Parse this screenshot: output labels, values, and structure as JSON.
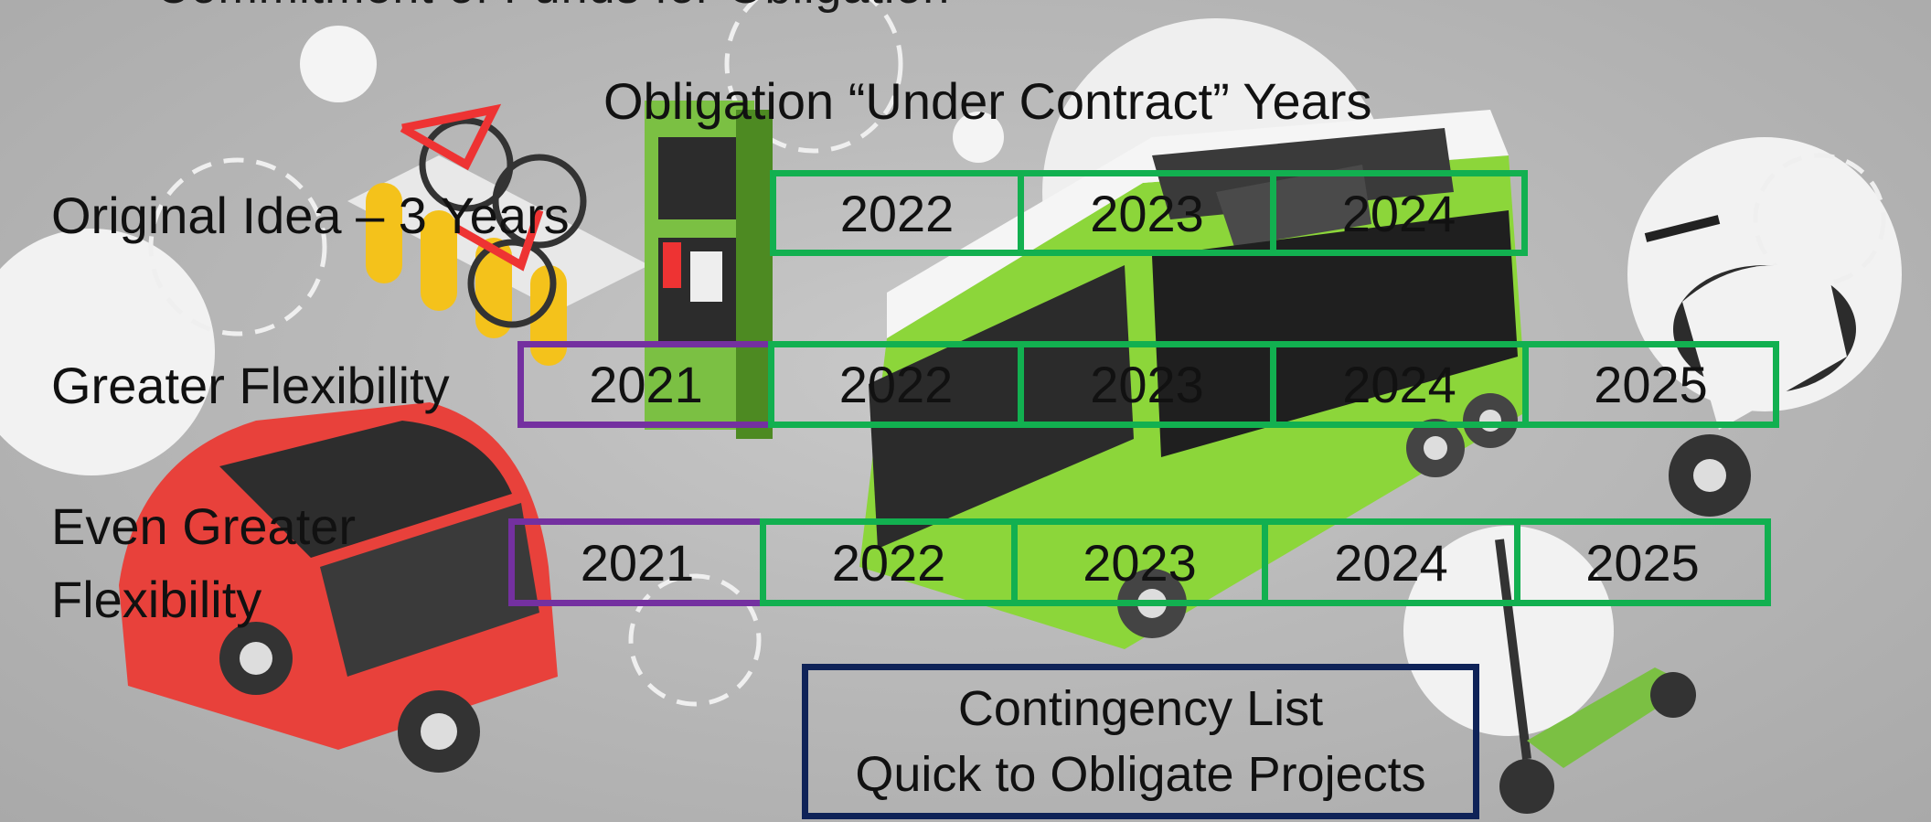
{
  "slide": {
    "cut_title": "Commitment of Funds for Obligation",
    "heading": "Obligation “Under Contract” Years"
  },
  "rows": [
    {
      "label": "Original Idea – 3 Years",
      "years": [
        {
          "text": "2022",
          "color": "green"
        },
        {
          "text": "2023",
          "color": "green"
        },
        {
          "text": "2024",
          "color": "green"
        }
      ]
    },
    {
      "label": "Greater Flexibility",
      "years": [
        {
          "text": "2021",
          "color": "purple"
        },
        {
          "text": "2022",
          "color": "green"
        },
        {
          "text": "2023",
          "color": "green"
        },
        {
          "text": "2024",
          "color": "green"
        },
        {
          "text": "2025",
          "color": "green"
        }
      ]
    },
    {
      "label_line1": "Even Greater",
      "label_line2": "Flexibility",
      "years": [
        {
          "text": "2021",
          "color": "purple"
        },
        {
          "text": "2022",
          "color": "green"
        },
        {
          "text": "2023",
          "color": "green"
        },
        {
          "text": "2024",
          "color": "green"
        },
        {
          "text": "2025",
          "color": "green"
        }
      ]
    }
  ],
  "contingency": {
    "line1": "Contingency List",
    "line2": "Quick to Obligate Projects"
  },
  "colors": {
    "green": "#12b050",
    "purple": "#7430a0",
    "navy": "#0f2358",
    "bus_green": "#8cd63a",
    "car_red": "#e8413b"
  }
}
